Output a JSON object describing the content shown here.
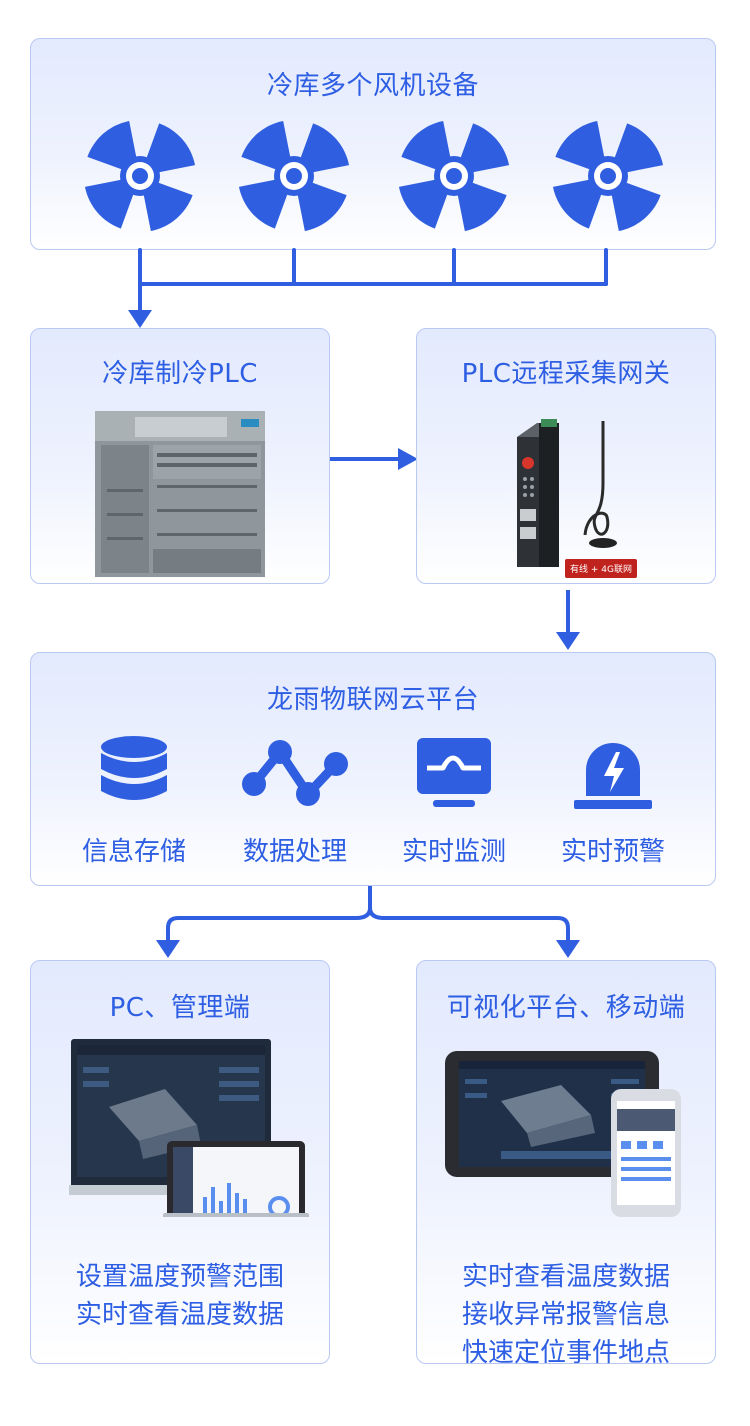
{
  "fans_panel": {
    "title": "冷库多个风机设备",
    "fan_count": 4
  },
  "plc_panel": {
    "title": "冷库制冷PLC"
  },
  "gateway_panel": {
    "title": "PLC远程采集网关",
    "badge": "有线 + 4G联网"
  },
  "platform_panel": {
    "title": "龙雨物联网云平台",
    "features": [
      {
        "label": "信息存储",
        "icon": "database-icon"
      },
      {
        "label": "数据处理",
        "icon": "line-chart-icon"
      },
      {
        "label": "实时监测",
        "icon": "monitor-icon"
      },
      {
        "label": "实时预警",
        "icon": "alarm-light-icon"
      }
    ]
  },
  "pc_panel": {
    "title": "PC、管理端",
    "lines": [
      "设置温度预警范围",
      "实时查看温度数据"
    ]
  },
  "mobile_panel": {
    "title": "可视化平台、移动端",
    "lines": [
      "实时查看温度数据",
      "接收异常报警信息",
      "快速定位事件地点"
    ]
  },
  "colors": {
    "accent": "#2f5fe0",
    "border": "#b9c9f2",
    "panel_bg": "#e3eafd"
  }
}
